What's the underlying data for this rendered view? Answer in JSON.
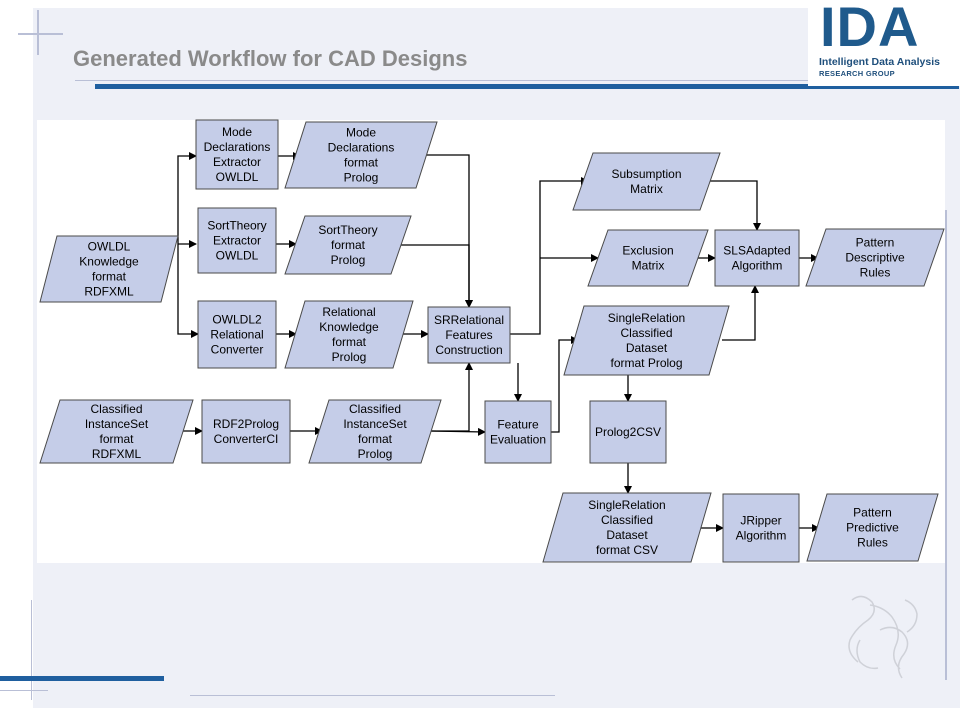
{
  "slide": {
    "title": "Generated Workflow for CAD Designs"
  },
  "logo": {
    "letters": "IDA",
    "line1": "Intelligent Data Analysis",
    "line2": "RESEARCH GROUP"
  },
  "colors": {
    "node_fill": "#c5cde8",
    "node_stroke": "#4a4a4a",
    "accent_bar": "#1f5f9f",
    "title_text": "#8a8a8a"
  },
  "diagram": {
    "nodes": [
      {
        "id": "owldl-knowledge",
        "shape": "data",
        "lines": [
          "OWLDL",
          "Knowledge",
          "format",
          "RDFXML"
        ]
      },
      {
        "id": "mode-declarations-extractor",
        "shape": "process",
        "lines": [
          "Mode",
          "Declarations",
          "Extractor",
          "OWLDL"
        ]
      },
      {
        "id": "mode-declarations-prolog",
        "shape": "data",
        "lines": [
          "Mode",
          "Declarations",
          "format",
          "Prolog"
        ]
      },
      {
        "id": "sorttheory-extractor",
        "shape": "process",
        "lines": [
          "SortTheory",
          "Extractor",
          "OWLDL"
        ]
      },
      {
        "id": "sorttheory-prolog",
        "shape": "data",
        "lines": [
          "SortTheory",
          "format",
          "Prolog"
        ]
      },
      {
        "id": "owldl2-converter",
        "shape": "process",
        "lines": [
          "OWLDL2",
          "Relational",
          "Converter"
        ]
      },
      {
        "id": "relational-knowledge-prolog",
        "shape": "data",
        "lines": [
          "Relational",
          "Knowledge",
          "format",
          "Prolog"
        ]
      },
      {
        "id": "srrelational-features",
        "shape": "process",
        "lines": [
          "SRRelational",
          "Features",
          "Construction"
        ]
      },
      {
        "id": "classified-instanceset-rdfxml",
        "shape": "data",
        "lines": [
          "Classified",
          "InstanceSet",
          "format",
          "RDFXML"
        ]
      },
      {
        "id": "rdf2prolog-converter",
        "shape": "process",
        "lines": [
          "RDF2Prolog",
          "ConverterCI"
        ]
      },
      {
        "id": "classified-instanceset-prolog",
        "shape": "data",
        "lines": [
          "Classified",
          "InstanceSet",
          "format",
          "Prolog"
        ]
      },
      {
        "id": "feature-evaluation",
        "shape": "process",
        "lines": [
          "Feature",
          "Evaluation"
        ]
      },
      {
        "id": "subsumption-matrix",
        "shape": "data",
        "lines": [
          "Subsumption",
          "Matrix"
        ]
      },
      {
        "id": "exclusion-matrix",
        "shape": "data",
        "lines": [
          "Exclusion",
          "Matrix"
        ]
      },
      {
        "id": "slsadapted-algorithm",
        "shape": "process",
        "lines": [
          "SLSAdapted",
          "Algorithm"
        ]
      },
      {
        "id": "pattern-descriptive-rules",
        "shape": "data",
        "lines": [
          "Pattern",
          "Descriptive",
          "Rules"
        ]
      },
      {
        "id": "singlerelation-prolog",
        "shape": "data",
        "lines": [
          "SingleRelation",
          "Classified",
          "Dataset",
          "format Prolog"
        ]
      },
      {
        "id": "prolog2csv",
        "shape": "process",
        "lines": [
          "Prolog2CSV"
        ]
      },
      {
        "id": "singlerelation-csv",
        "shape": "data",
        "lines": [
          "SingleRelation",
          "Classified",
          "Dataset",
          "format CSV"
        ]
      },
      {
        "id": "jripper-algorithm",
        "shape": "process",
        "lines": [
          "JRipper",
          "Algorithm"
        ]
      },
      {
        "id": "pattern-predictive-rules",
        "shape": "data",
        "lines": [
          "Pattern",
          "Predictive",
          "Rules"
        ]
      }
    ],
    "edges": [
      {
        "from": "owldl-knowledge",
        "to": "mode-declarations-extractor"
      },
      {
        "from": "owldl-knowledge",
        "to": "sorttheory-extractor"
      },
      {
        "from": "owldl-knowledge",
        "to": "owldl2-converter"
      },
      {
        "from": "mode-declarations-extractor",
        "to": "mode-declarations-prolog"
      },
      {
        "from": "sorttheory-extractor",
        "to": "sorttheory-prolog"
      },
      {
        "from": "owldl2-converter",
        "to": "relational-knowledge-prolog"
      },
      {
        "from": "mode-declarations-prolog",
        "to": "srrelational-features"
      },
      {
        "from": "sorttheory-prolog",
        "to": "srrelational-features"
      },
      {
        "from": "relational-knowledge-prolog",
        "to": "srrelational-features"
      },
      {
        "from": "classified-instanceset-rdfxml",
        "to": "rdf2prolog-converter"
      },
      {
        "from": "rdf2prolog-converter",
        "to": "classified-instanceset-prolog"
      },
      {
        "from": "classified-instanceset-prolog",
        "to": "srrelational-features"
      },
      {
        "from": "classified-instanceset-prolog",
        "to": "feature-evaluation"
      },
      {
        "from": "srrelational-features",
        "to": "feature-evaluation"
      },
      {
        "from": "srrelational-features",
        "to": "subsumption-matrix"
      },
      {
        "from": "srrelational-features",
        "to": "exclusion-matrix"
      },
      {
        "from": "feature-evaluation",
        "to": "singlerelation-prolog"
      },
      {
        "from": "subsumption-matrix",
        "to": "slsadapted-algorithm"
      },
      {
        "from": "exclusion-matrix",
        "to": "slsadapted-algorithm"
      },
      {
        "from": "singlerelation-prolog",
        "to": "slsadapted-algorithm"
      },
      {
        "from": "slsadapted-algorithm",
        "to": "pattern-descriptive-rules"
      },
      {
        "from": "singlerelation-prolog",
        "to": "prolog2csv"
      },
      {
        "from": "prolog2csv",
        "to": "singlerelation-csv"
      },
      {
        "from": "singlerelation-csv",
        "to": "jripper-algorithm"
      },
      {
        "from": "jripper-algorithm",
        "to": "pattern-predictive-rules"
      }
    ]
  }
}
